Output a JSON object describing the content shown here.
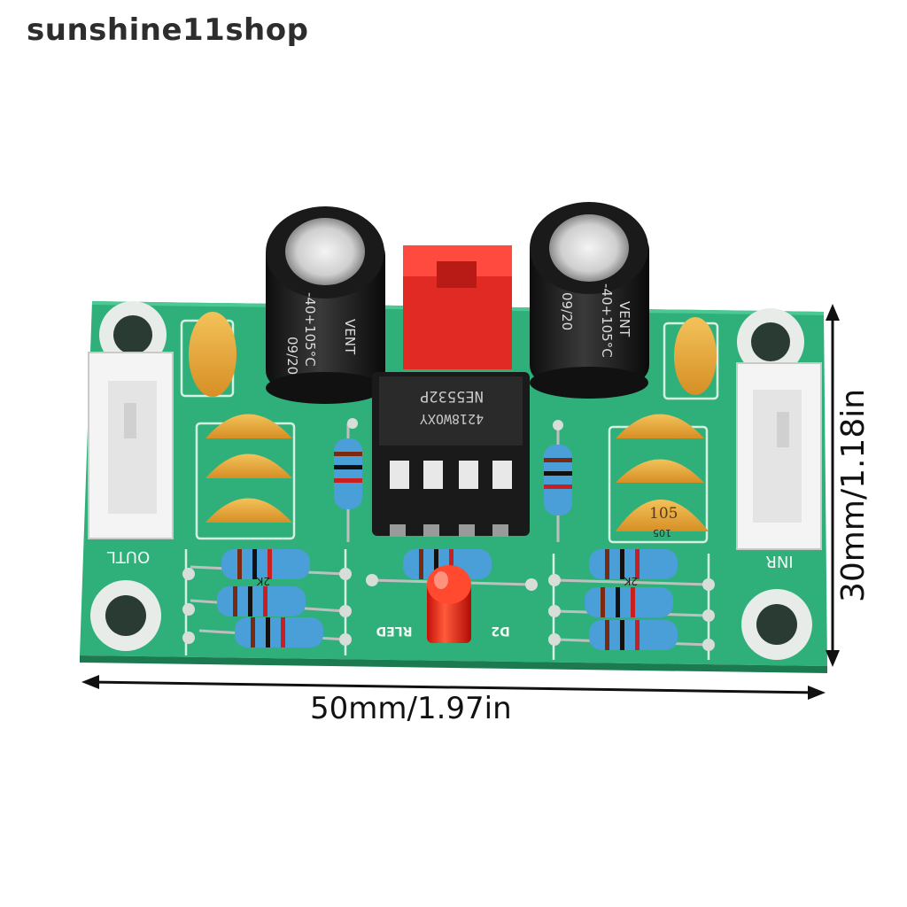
{
  "watermark": {
    "text": "sunshine11shop"
  },
  "product": {
    "chip_label_1": "NE5532P",
    "chip_label_2": "4218WOXY",
    "cap_label_left_1": "VENT",
    "cap_label_left_2": "-40+105°C",
    "cap_label_left_3": "09/20",
    "cap_label_right_1": "VENT",
    "cap_label_right_2": "-40+105°C",
    "cap_label_right_3": "09/20",
    "ceramic_code": "105",
    "ceramic_code_small": "105",
    "resistor_left_label": "2K",
    "resistor_right_label": "2K",
    "silk_out": "OUTL",
    "silk_in": "INR",
    "silk_led": "RLED",
    "silk_d2": "D2"
  },
  "dimensions": {
    "width_label": "50mm/1.97in",
    "height_label": "30mm/1.18in"
  },
  "colors": {
    "pcb": "#2fb07a",
    "pcb_dark": "#1e8a5c",
    "capacitor": "#1c1c1c",
    "header_red": "#e22a25",
    "ceramic": "#e8a63a",
    "resistor": "#4a9fd8",
    "led": "#ff2a1a"
  }
}
